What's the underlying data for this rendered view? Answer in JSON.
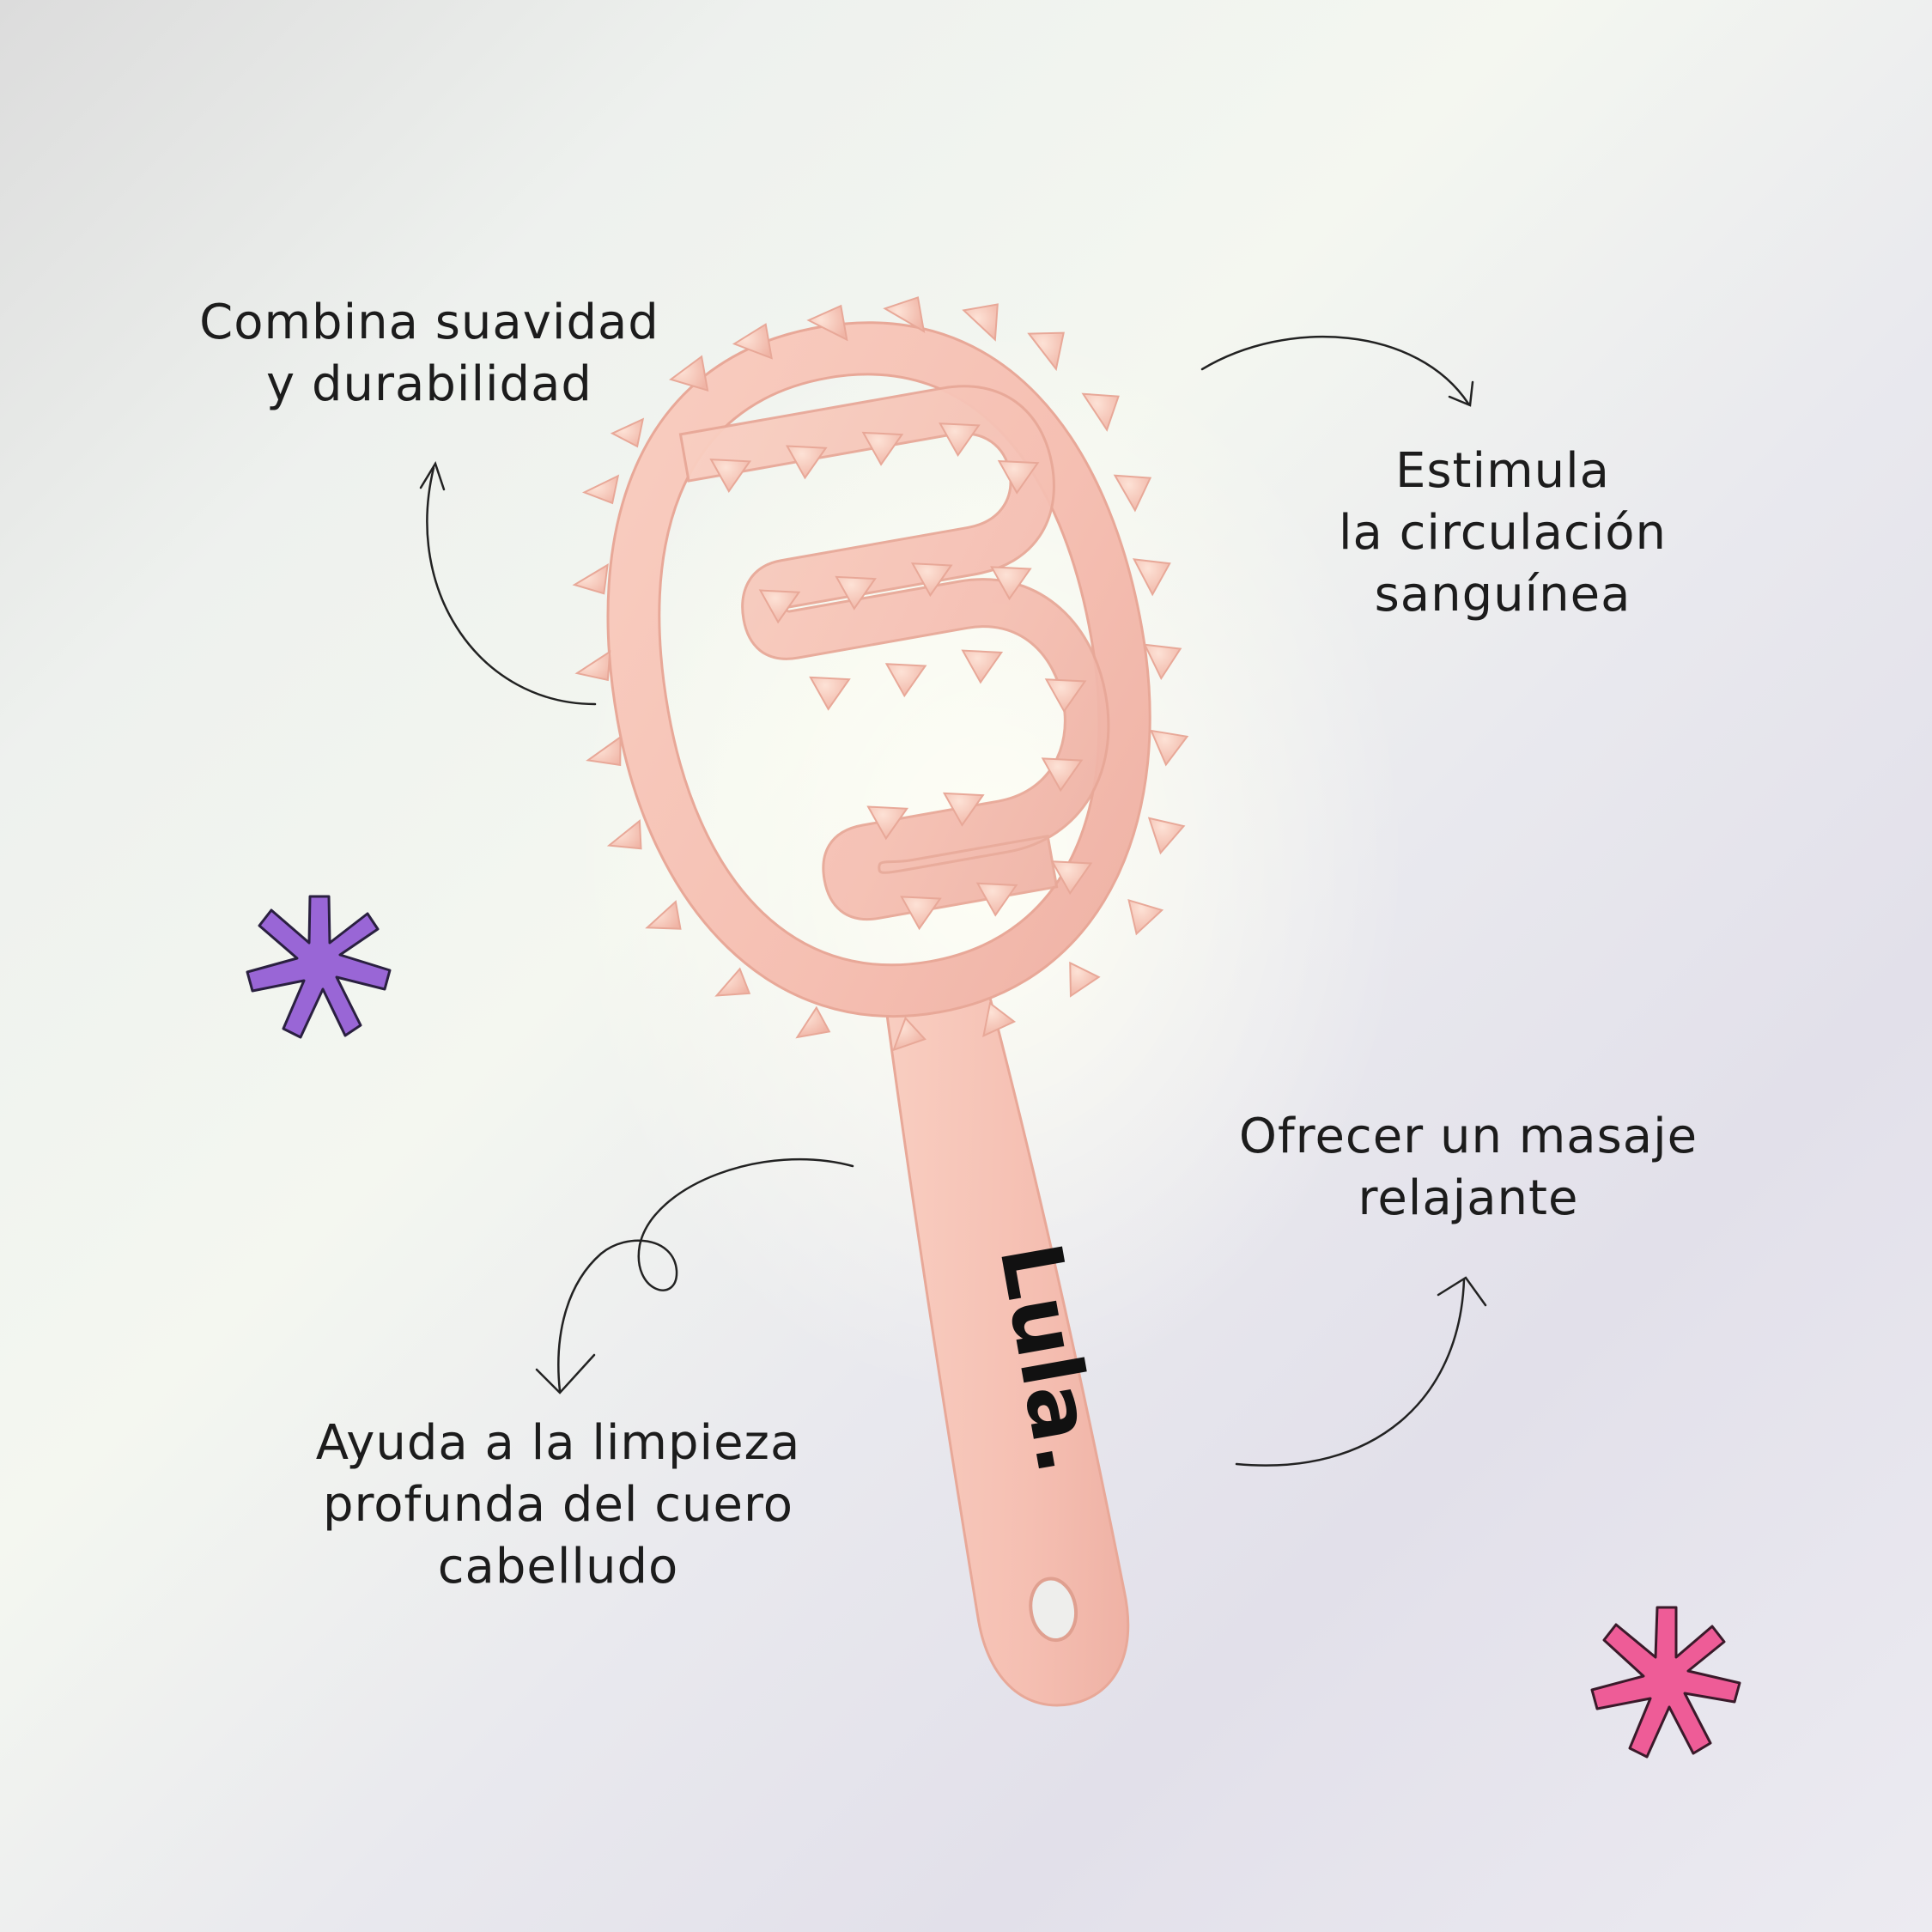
{
  "features": {
    "softness": {
      "line1": "Combina suavidad",
      "line2": "y durabilidad"
    },
    "circulation": {
      "line1": "Estimula",
      "line2": "la circulación",
      "line3": "sanguínea"
    },
    "massage": {
      "line1": "Ofrecer un masaje",
      "line2": "relajante"
    },
    "cleaning": {
      "line1": "Ayuda a la limpieza",
      "line2": "profunda del cuero",
      "line3": "cabelludo"
    }
  },
  "product": {
    "logo_text": "Lula."
  },
  "colors": {
    "brush": "#f6c4b8",
    "asterisk_purple": "#9966d6",
    "asterisk_pink": "#ee5c97",
    "text": "#1c1c1c"
  },
  "decorations": [
    "asterisk-purple-icon",
    "asterisk-pink-icon",
    "arrow-icon"
  ]
}
